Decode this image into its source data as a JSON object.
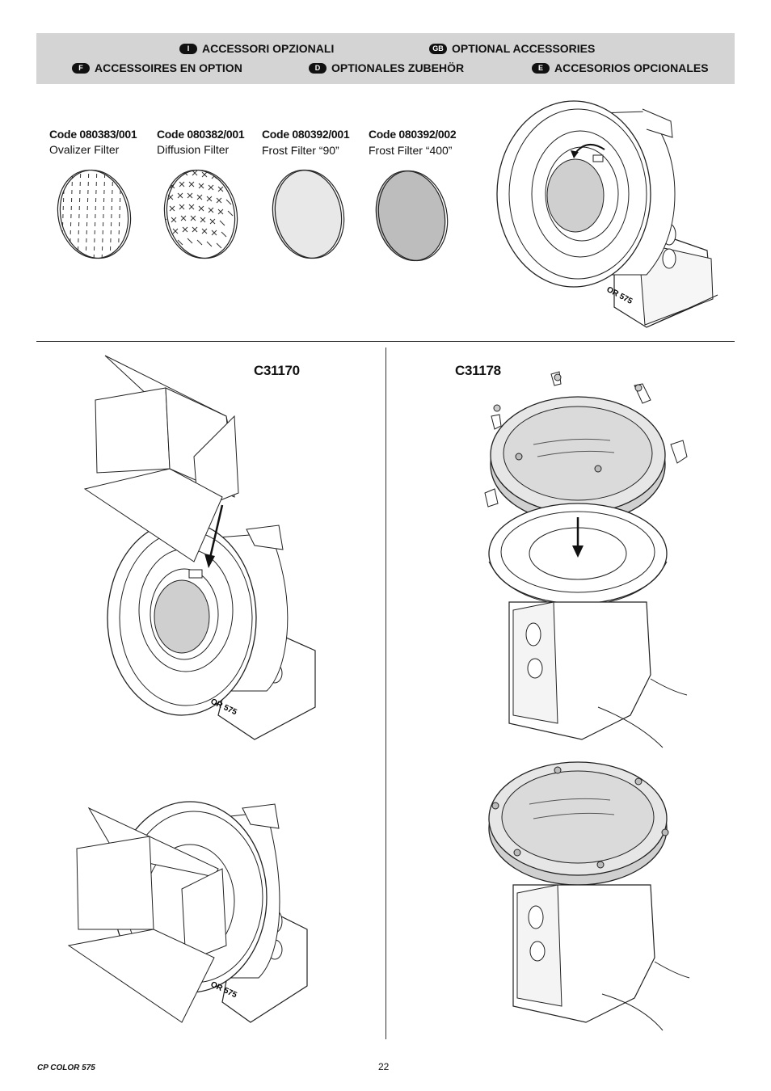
{
  "header": {
    "languages": [
      {
        "code": "I",
        "label": "ACCESSORI OPZIONALI"
      },
      {
        "code": "GB",
        "label": "OPTIONAL ACCESSORIES"
      },
      {
        "code": "F",
        "label": "ACCESSOIRES EN OPTION"
      },
      {
        "code": "D",
        "label": "OPTIONALES ZUBEHÖR"
      },
      {
        "code": "E",
        "label": "ACCESORIOS OPCIONALES"
      }
    ]
  },
  "filters": [
    {
      "code": "Code 080383/001",
      "name": "Ovalizer Filter"
    },
    {
      "code": "Code 080382/001",
      "name": "Diffusion Filter"
    },
    {
      "code": "Code 080392/001",
      "name": "Frost Filter “90”"
    },
    {
      "code": "Code 080392/002",
      "name": "Frost Filter “400”"
    }
  ],
  "figures": {
    "left_code": "C31170",
    "right_code": "C31178",
    "fixture_label": "OR 575"
  },
  "footer": {
    "product": "CP COLOR 575",
    "page": "22"
  }
}
